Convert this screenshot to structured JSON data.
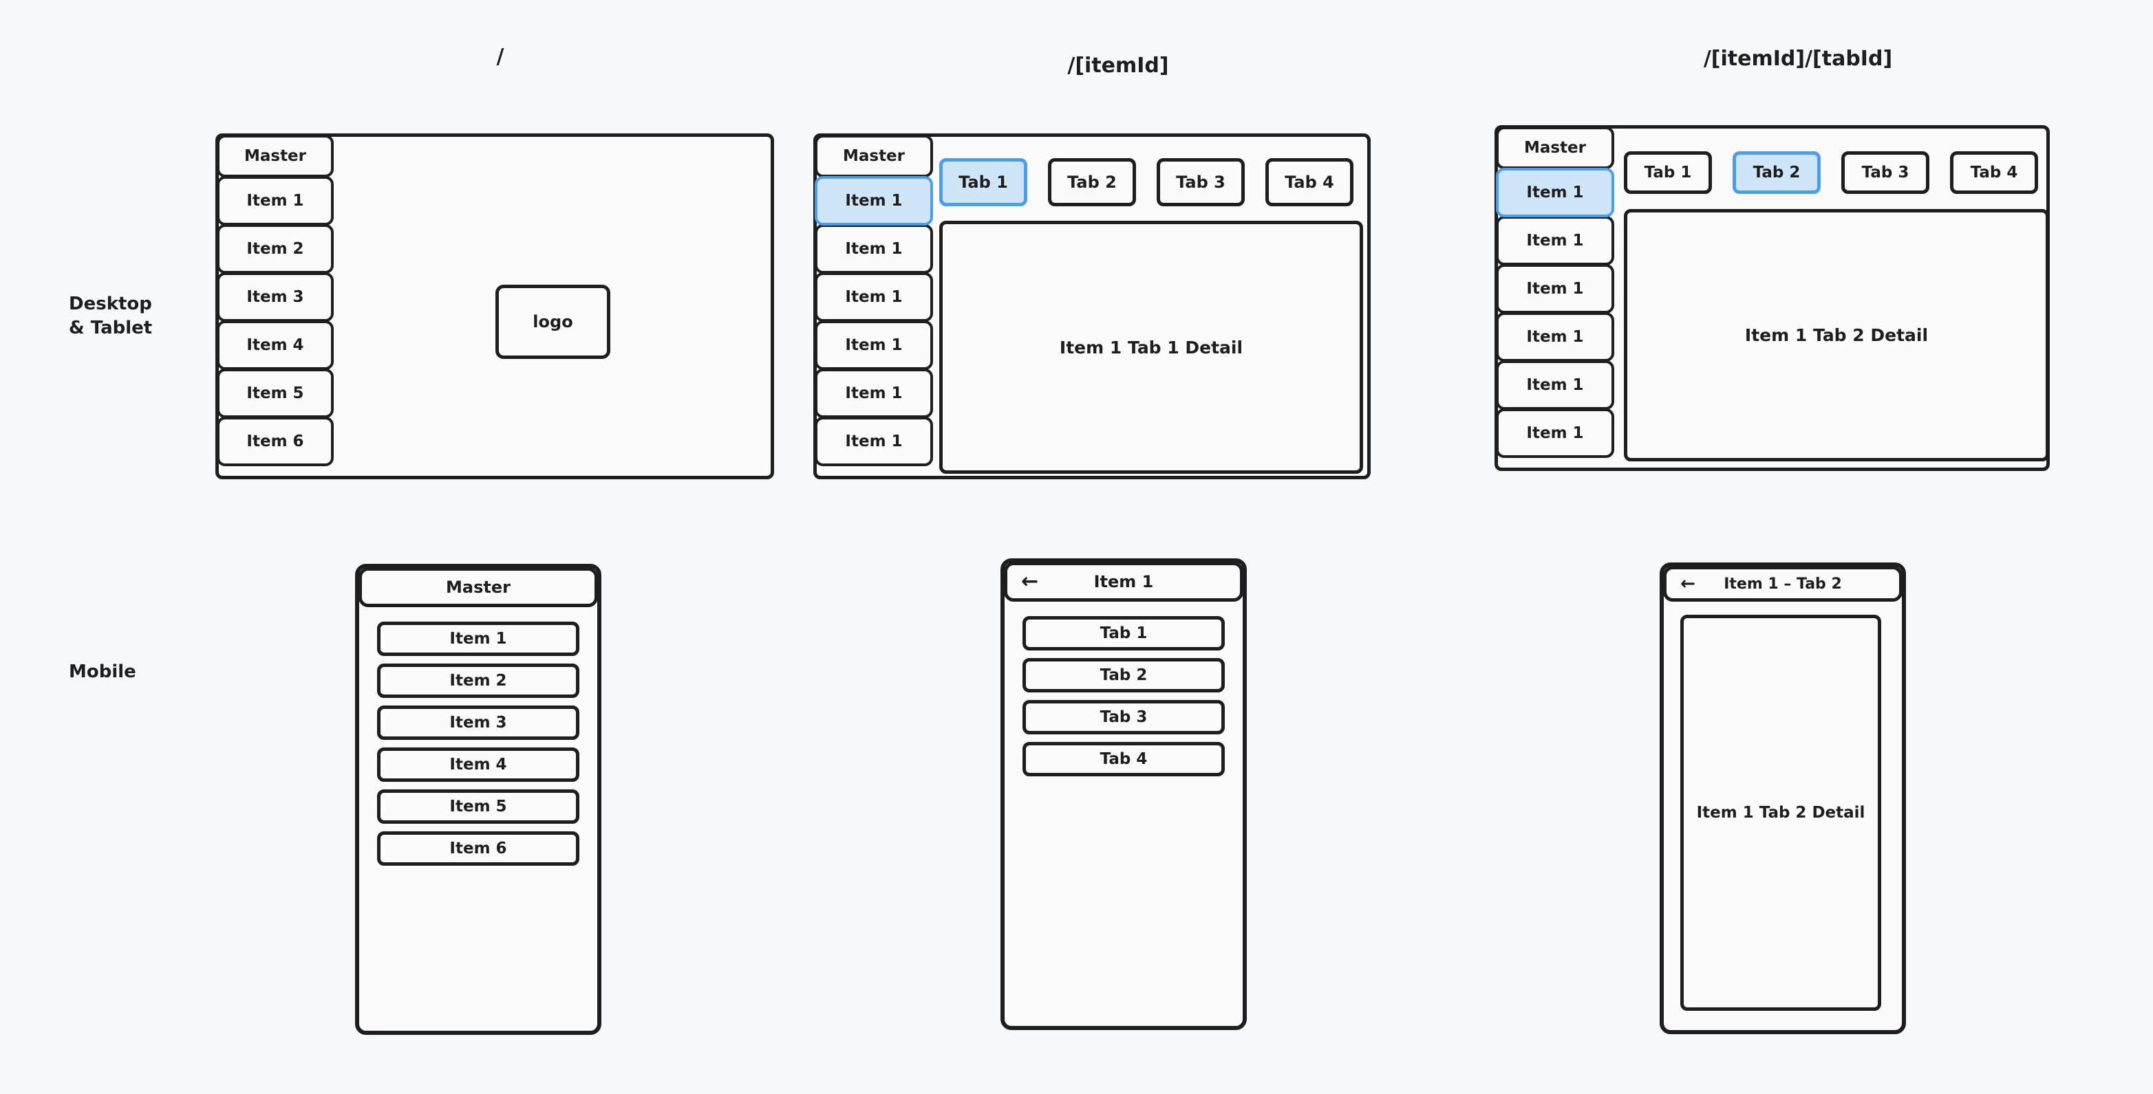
{
  "page": {
    "background_color": "#f7f8fa",
    "ink_color": "#1e1e1e",
    "accent_fill": "#cfe6f9",
    "accent_border": "#4a9eea"
  },
  "row_labels": {
    "desktop": "Desktop\n& Tablet",
    "desktop_line1": "Desktop",
    "desktop_line2": "& Tablet",
    "mobile": "Mobile"
  },
  "routes": {
    "root": "/",
    "item": "/[itemId]",
    "item_tab": "/[itemId]/[tabId]"
  },
  "desktop": {
    "panel_root": {
      "route": "/",
      "sidebar": {
        "header": "Master",
        "items": [
          {
            "label": "Item 1",
            "selected": false
          },
          {
            "label": "Item 2",
            "selected": false
          },
          {
            "label": "Item 3",
            "selected": false
          },
          {
            "label": "Item 4",
            "selected": false
          },
          {
            "label": "Item 5",
            "selected": false
          },
          {
            "label": "Item 6",
            "selected": false
          }
        ]
      },
      "logo_label": "logo"
    },
    "panel_item": {
      "route": "/[itemId]",
      "sidebar": {
        "header": "Master",
        "items": [
          {
            "label": "Item 1",
            "selected": true
          },
          {
            "label": "Item 1",
            "selected": false
          },
          {
            "label": "Item 1",
            "selected": false
          },
          {
            "label": "Item 1",
            "selected": false
          },
          {
            "label": "Item 1",
            "selected": false
          },
          {
            "label": "Item 1",
            "selected": false
          }
        ]
      },
      "tabs": [
        {
          "label": "Tab 1",
          "selected": true
        },
        {
          "label": "Tab 2",
          "selected": false
        },
        {
          "label": "Tab 3",
          "selected": false
        },
        {
          "label": "Tab 4",
          "selected": false
        }
      ],
      "detail_label": "Item 1 Tab 1 Detail"
    },
    "panel_item_tab": {
      "route": "/[itemId]/[tabId]",
      "sidebar": {
        "header": "Master",
        "items": [
          {
            "label": "Item 1",
            "selected": true
          },
          {
            "label": "Item 1",
            "selected": false
          },
          {
            "label": "Item 1",
            "selected": false
          },
          {
            "label": "Item 1",
            "selected": false
          },
          {
            "label": "Item 1",
            "selected": false
          },
          {
            "label": "Item 1",
            "selected": false
          }
        ]
      },
      "tabs": [
        {
          "label": "Tab 1",
          "selected": false
        },
        {
          "label": "Tab 2",
          "selected": true
        },
        {
          "label": "Tab 3",
          "selected": false
        },
        {
          "label": "Tab 4",
          "selected": false
        }
      ],
      "detail_label": "Item 1 Tab 2 Detail"
    }
  },
  "mobile": {
    "phone_master": {
      "header_title": "Master",
      "has_back": false,
      "items": [
        {
          "label": "Item 1"
        },
        {
          "label": "Item 2"
        },
        {
          "label": "Item 3"
        },
        {
          "label": "Item 4"
        },
        {
          "label": "Item 5"
        },
        {
          "label": "Item 6"
        }
      ]
    },
    "phone_item": {
      "header_title": "Item 1",
      "has_back": true,
      "back_icon": "←",
      "items": [
        {
          "label": "Tab 1"
        },
        {
          "label": "Tab 2"
        },
        {
          "label": "Tab 3"
        },
        {
          "label": "Tab 4"
        }
      ]
    },
    "phone_detail": {
      "header_title": "Item 1 – Tab 2",
      "has_back": true,
      "back_icon": "←",
      "detail_label": "Item 1 Tab 2 Detail"
    }
  }
}
